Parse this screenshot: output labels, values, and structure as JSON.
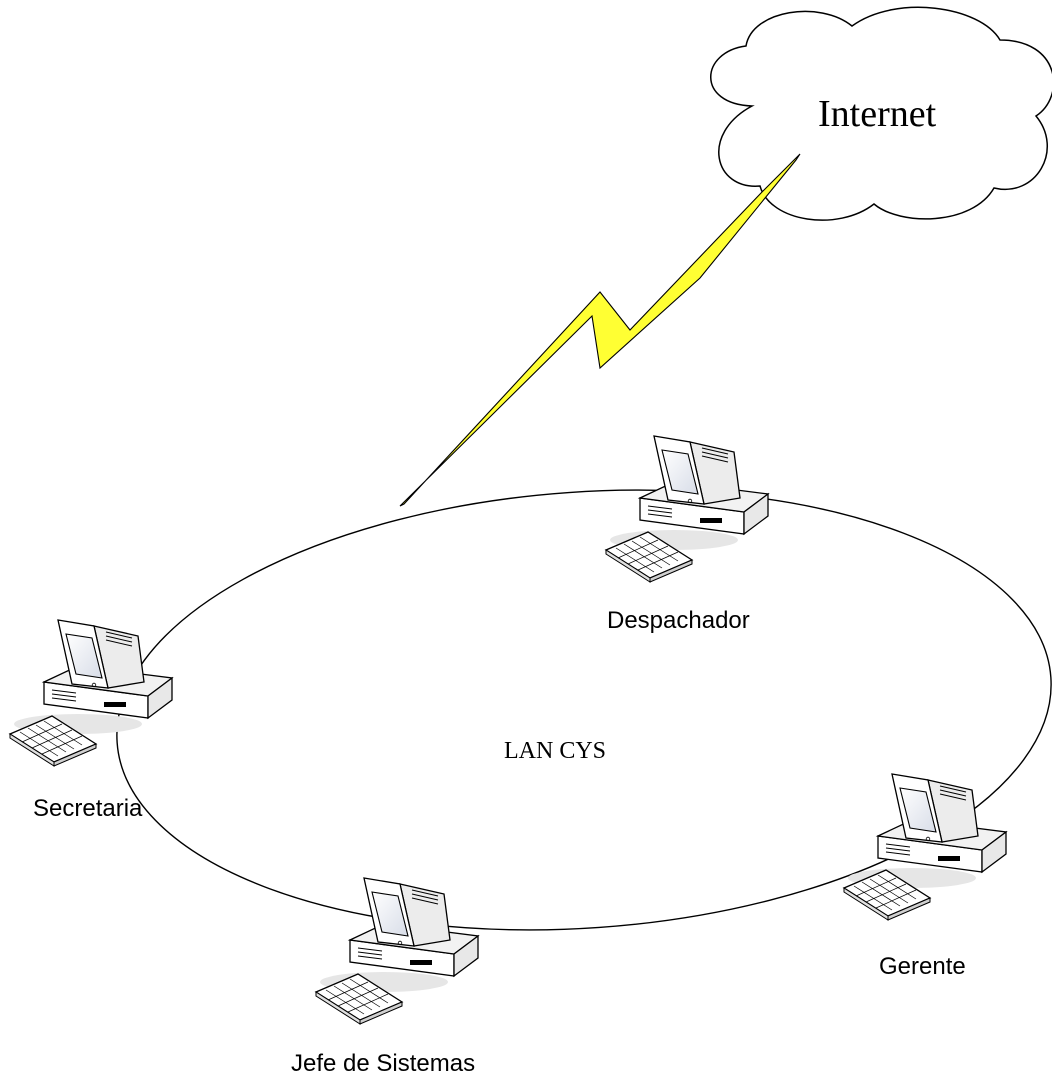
{
  "cloud": {
    "label": "Internet"
  },
  "network": {
    "label": "LAN CYS"
  },
  "computers": [
    {
      "id": "despachador",
      "label": "Despachador"
    },
    {
      "id": "secretaria",
      "label": "Secretaria"
    },
    {
      "id": "gerente",
      "label": "Gerente"
    },
    {
      "id": "jefe-de-sistemas",
      "label": "Jefe de Sistemas"
    }
  ],
  "colors": {
    "lightning_fill": "#ffff33",
    "screen": "#e8ecf4",
    "line": "#000000"
  }
}
